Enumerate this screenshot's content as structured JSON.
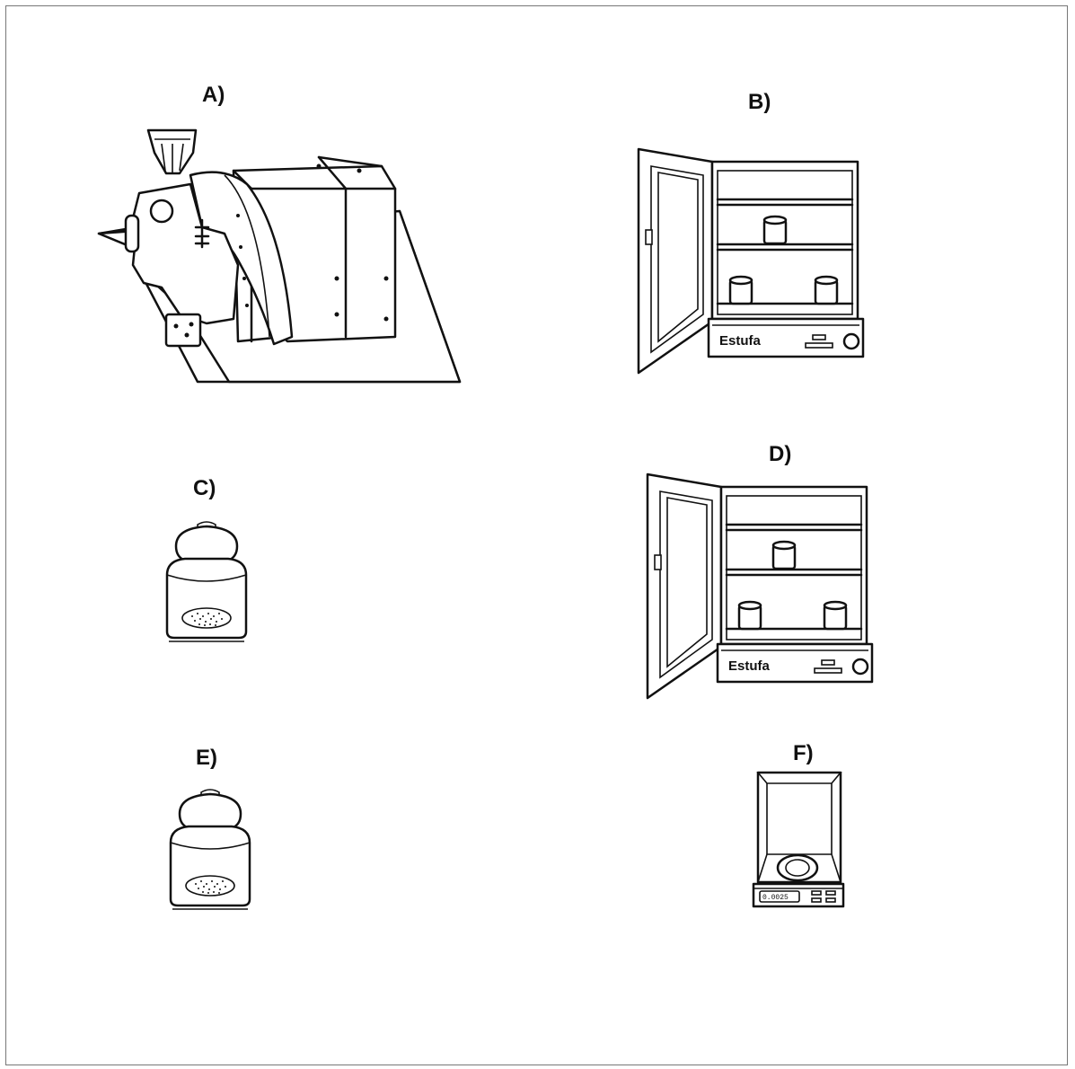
{
  "panels": [
    {
      "id": "A",
      "label": "A)",
      "icon": "grinder-machine-icon"
    },
    {
      "id": "B",
      "label": "B)",
      "icon": "oven-icon",
      "text": "Estufa"
    },
    {
      "id": "C",
      "label": "C)",
      "icon": "desiccator-jar-icon"
    },
    {
      "id": "D",
      "label": "D)",
      "icon": "oven-icon",
      "text": "Estufa"
    },
    {
      "id": "E",
      "label": "E)",
      "icon": "desiccator-jar-icon"
    },
    {
      "id": "F",
      "label": "F)",
      "icon": "analytical-balance-icon",
      "display": "0.0025"
    }
  ]
}
